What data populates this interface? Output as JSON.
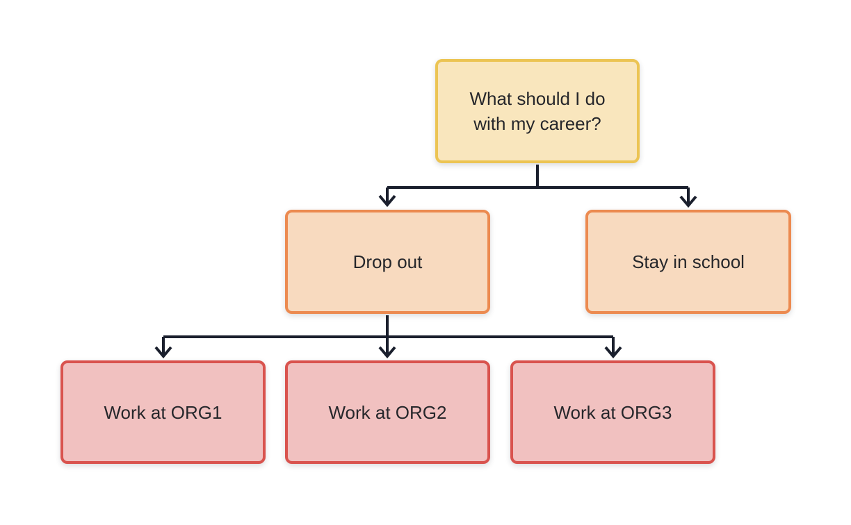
{
  "diagram": {
    "type": "flowchart",
    "background_color": "#ffffff",
    "connector_color": "#1a1f2d",
    "text_color": "#26272b",
    "nodes": {
      "root": {
        "label": "What should I do\nwith my career?",
        "fill": "#f9e6bd",
        "border": "#ecc453"
      },
      "drop_out": {
        "label": "Drop out",
        "fill": "#f8dabf",
        "border": "#ec8a50"
      },
      "stay_in_school": {
        "label": "Stay in school",
        "fill": "#f8dabf",
        "border": "#ec8a50"
      },
      "work_org1": {
        "label": "Work at ORG1",
        "fill": "#f1c1c0",
        "border": "#d9534e"
      },
      "work_org2": {
        "label": "Work at ORG2",
        "fill": "#f1c1c0",
        "border": "#d9534e"
      },
      "work_org3": {
        "label": "Work at ORG3",
        "fill": "#f1c1c0",
        "border": "#d9534e"
      }
    },
    "edges": [
      {
        "from": "root",
        "to": "drop_out"
      },
      {
        "from": "root",
        "to": "stay_in_school"
      },
      {
        "from": "drop_out",
        "to": "work_org1"
      },
      {
        "from": "drop_out",
        "to": "work_org2"
      },
      {
        "from": "drop_out",
        "to": "work_org3"
      }
    ]
  }
}
